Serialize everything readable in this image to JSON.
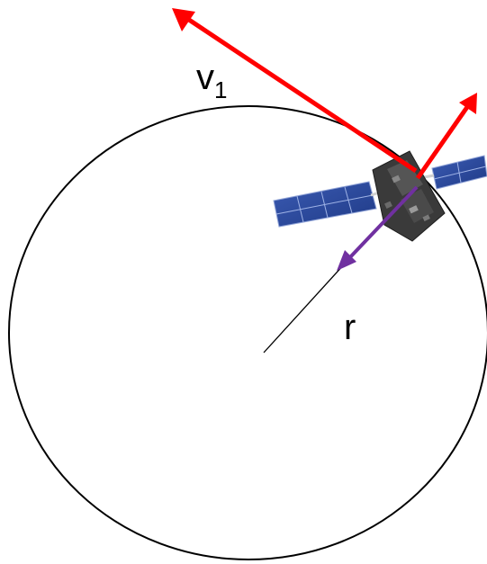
{
  "labels": {
    "velocity_symbol": "v",
    "velocity_subscript": "1",
    "radius_symbol": "r"
  },
  "colors": {
    "orbit": "#000000",
    "radius_line": "#000000",
    "velocity_arrow": "#ff0000",
    "radial_arrow": "#ff0000",
    "centripetal_arrow": "#7030a0",
    "solar_panel": "#2f4f9f",
    "satellite_body": "#3a3a3a"
  },
  "icons": {
    "satellite": "satellite-icon"
  }
}
